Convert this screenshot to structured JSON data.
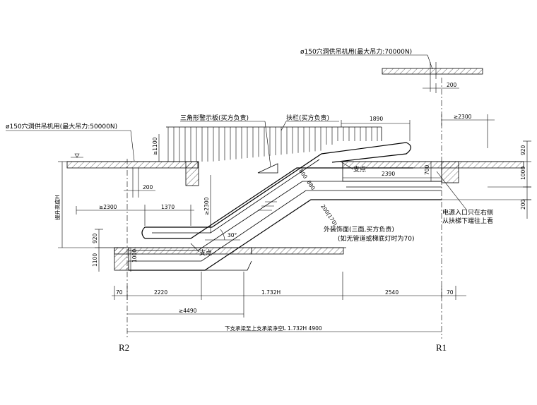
{
  "labels": {
    "hoist_right": "ø150穴洞供吊机用(最大吊力:70000N)",
    "hoist_left": "ø150穴洞供吊机用(最大吊力:50000N)",
    "warning_board": "三角形警示板(买方负责)",
    "handrail": "扶栏(买方负责)",
    "pivot_upper": "支点",
    "pivot_lower": "支点",
    "outer_cladding": "外装饰面(三面,买方负责)",
    "outer_cladding_note": "(如无管道或梯底灯时为70)",
    "power_inlet_1": "电源入口只在右侧",
    "power_inlet_2": "从扶梯下端往上看",
    "lift_height": "提升高度H",
    "span_label": "下支承梁至上支承梁净空L 1.732H 4900",
    "angle": "30°",
    "axis_r1": "R1",
    "axis_r2": "R2"
  },
  "dimensions": {
    "d200_top": "200",
    "d1890": "1890",
    "d2300_top": "≥2300",
    "d920_right": "920",
    "d1000_right": "1000",
    "d200_right": "200",
    "d700": "700",
    "d2390": "2390",
    "d1100_top": "≥1100",
    "d200_left": "200",
    "d2300_left": "≥2300",
    "d1370": "1370",
    "d2300_mid": "≥2300",
    "d800": "800",
    "d880": "880",
    "d200_170": "200(170)",
    "d920_left": "920",
    "d1100_left": "1100",
    "d1000_left": "1000",
    "b70_left": "70",
    "b2220": "2220",
    "b1732": "1.732H",
    "b2540": "2540",
    "b70_right": "70",
    "b4490": "≥4490"
  }
}
